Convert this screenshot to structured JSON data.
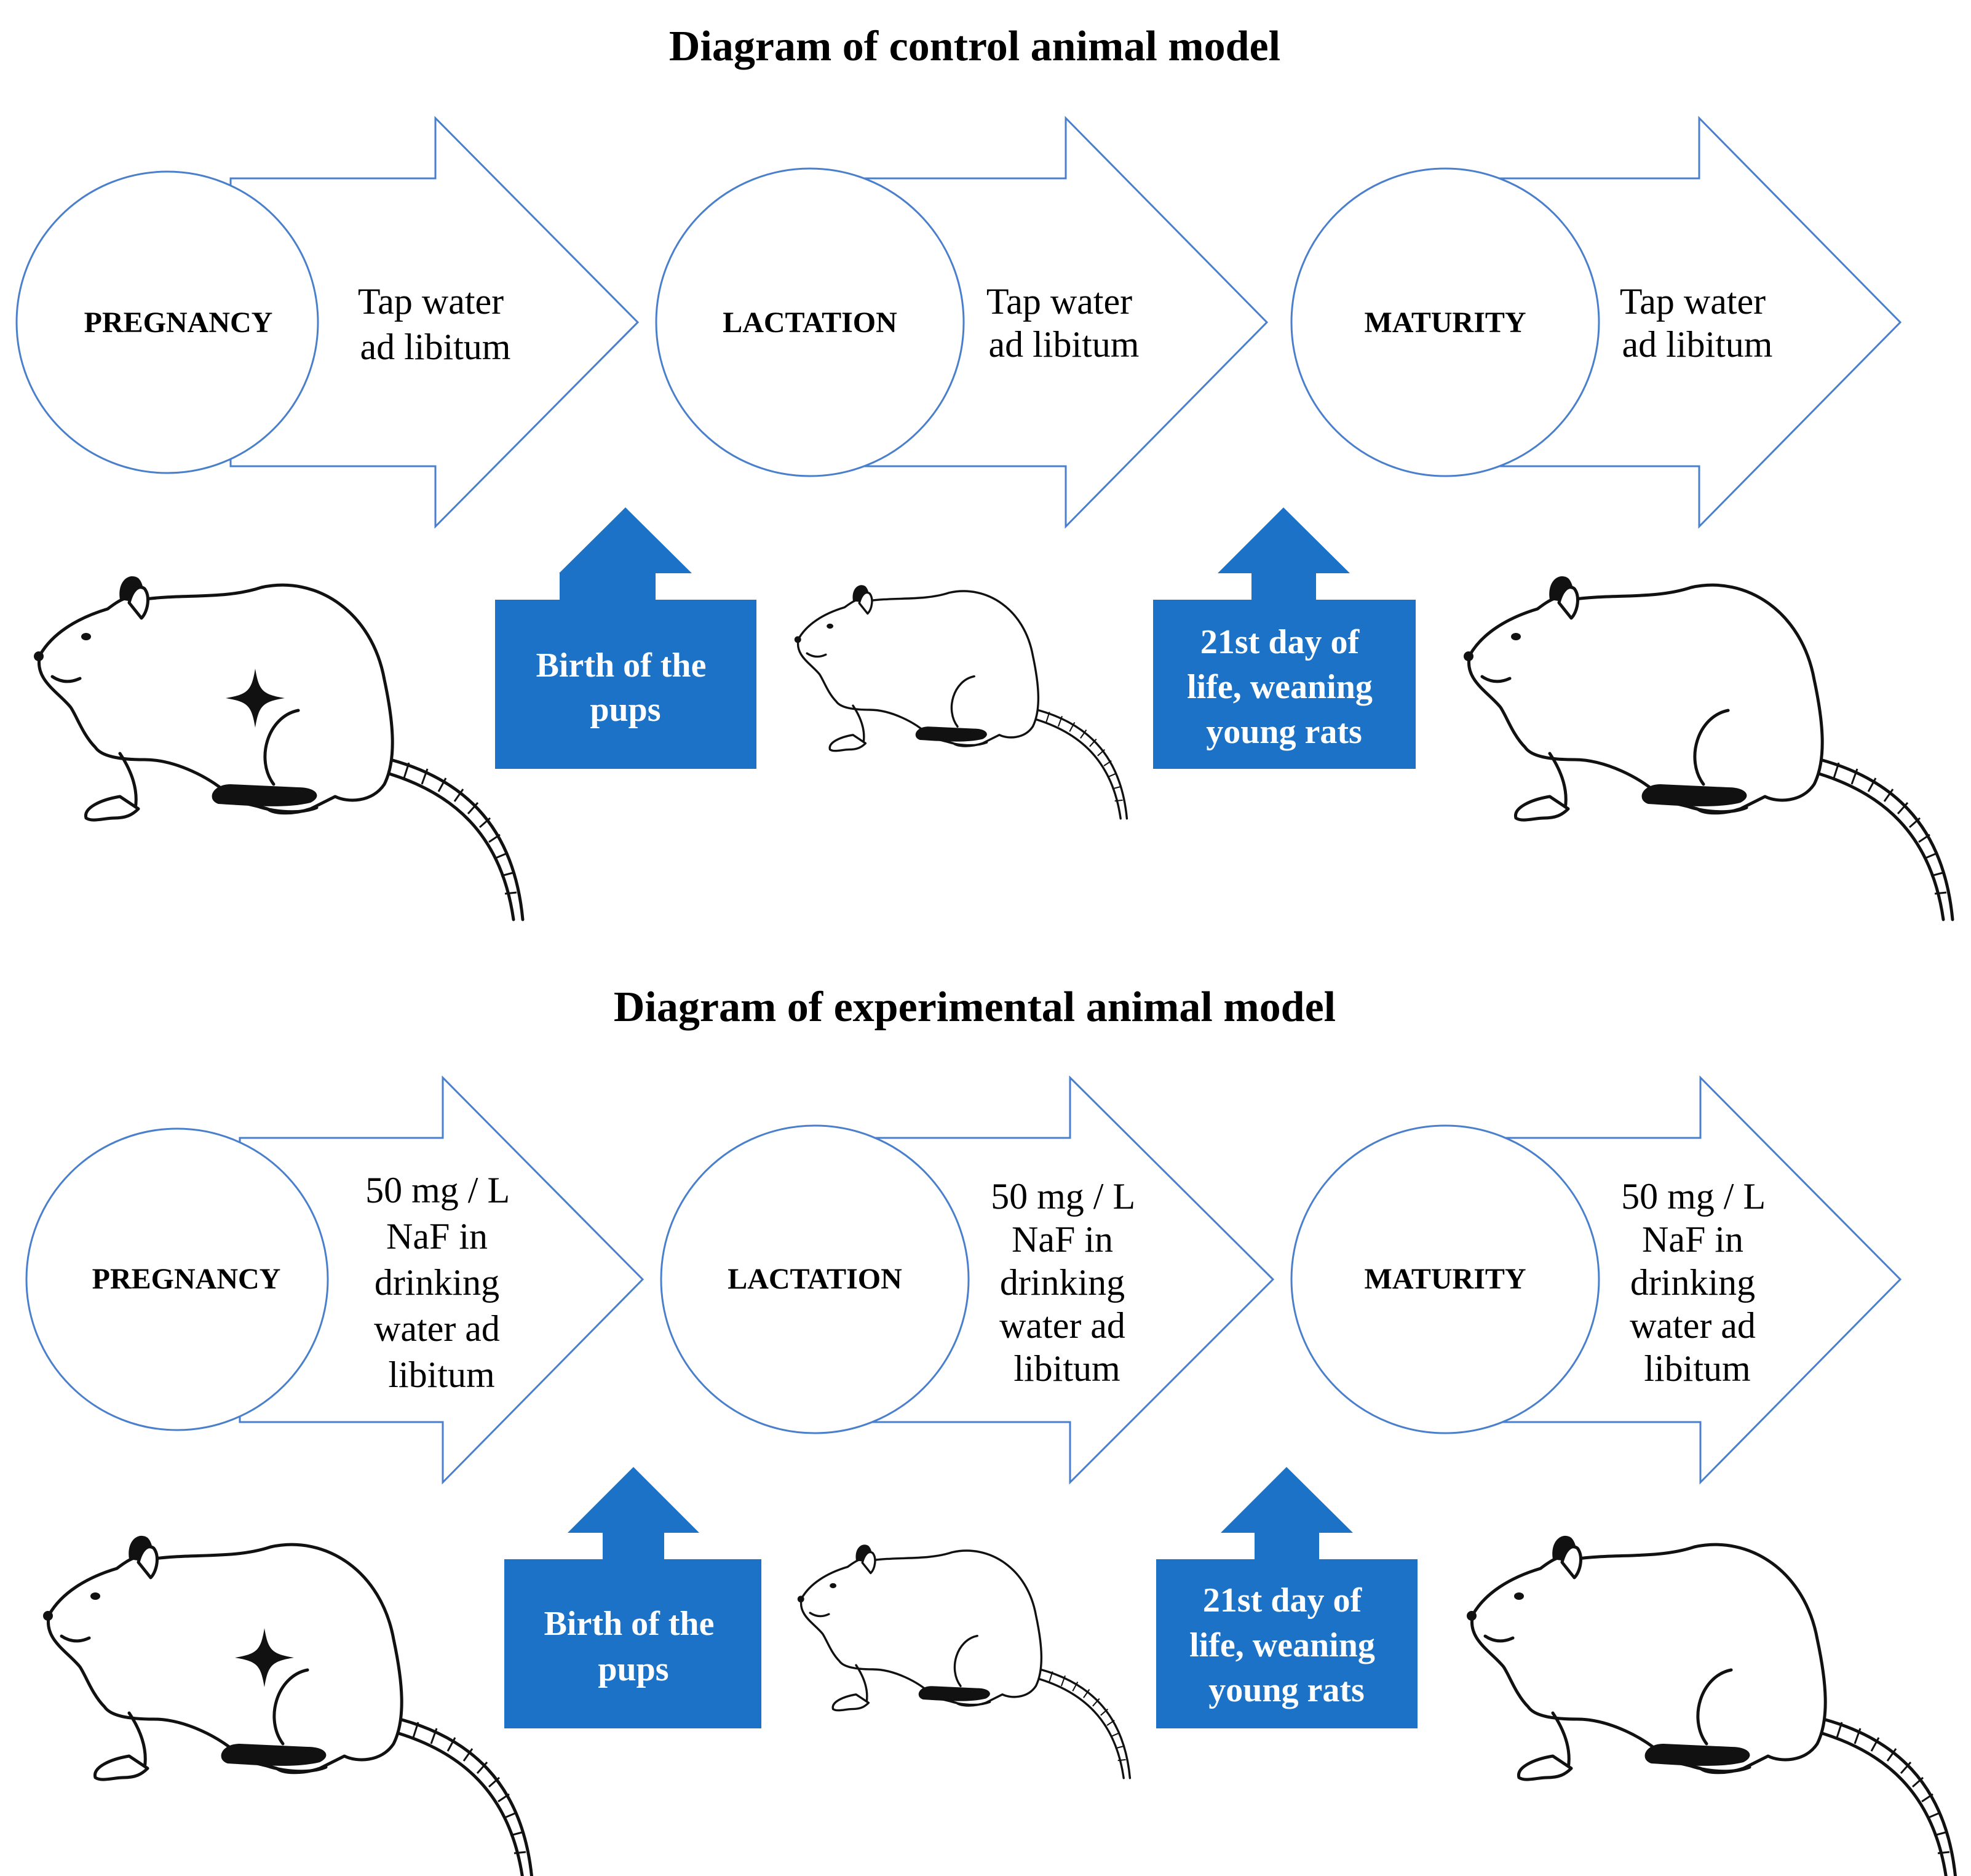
{
  "colors": {
    "arrow_outline": "#4a7fcc",
    "event_box": "#1c72c6",
    "event_text": "#ffffff"
  },
  "icons": {
    "rat": "rat-icon",
    "pregnancy_marker": "four-point-star-icon"
  },
  "control": {
    "title": "Diagram of control animal model",
    "stages": [
      {
        "label": "PREGNANCY",
        "note": [
          "Tap water",
          "ad libitum"
        ]
      },
      {
        "label": "LACTATION",
        "note": [
          "Tap water",
          "ad libitum"
        ]
      },
      {
        "label": "MATURITY",
        "note": [
          "Tap water",
          "ad libitum"
        ]
      }
    ],
    "events": [
      {
        "text": [
          "Birth of the",
          "pups"
        ]
      },
      {
        "text": [
          "21st day of",
          "life, weaning",
          "young rats"
        ]
      }
    ]
  },
  "experimental": {
    "title": "Diagram of experimental animal model",
    "stages": [
      {
        "label": "PREGNANCY",
        "note": [
          "50 mg / L",
          "NaF in",
          "drinking",
          "water ad",
          "libitum"
        ]
      },
      {
        "label": "LACTATION",
        "note": [
          "50 mg / L",
          "NaF in",
          "drinking",
          "water ad",
          "libitum"
        ]
      },
      {
        "label": "MATURITY",
        "note": [
          "50 mg / L",
          "NaF in",
          "drinking",
          "water ad",
          "libitum"
        ]
      }
    ],
    "events": [
      {
        "text": [
          "Birth of the",
          "pups"
        ]
      },
      {
        "text": [
          "21st day of",
          "life, weaning",
          "young rats"
        ]
      }
    ]
  }
}
